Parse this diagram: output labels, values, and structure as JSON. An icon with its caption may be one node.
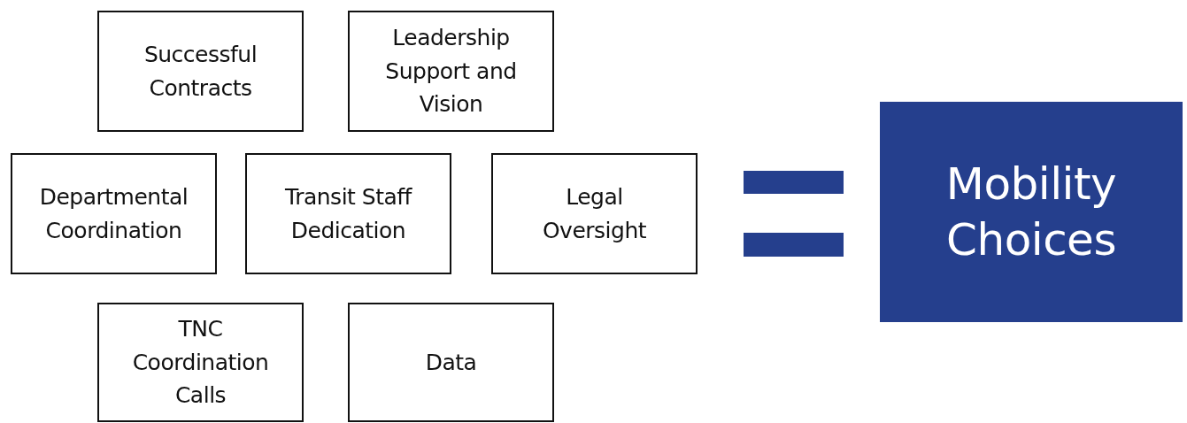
{
  "diagram": {
    "nodes": [
      {
        "text": [
          "Successful Contracts"
        ]
      },
      {
        "text": [
          "Leadership Support and Vision"
        ]
      },
      {
        "text": [
          "Departmental Coordination"
        ]
      },
      {
        "text": [
          "Transit Staff Dedication"
        ]
      },
      {
        "text": [
          "Legal Oversight"
        ]
      },
      {
        "text": [
          "TNC Coordination Calls"
        ]
      },
      {
        "text": [
          "Data"
        ]
      },
      {
        "text": [
          "Mobility Choices"
        ]
      }
    ],
    "edges": []
  }
}
